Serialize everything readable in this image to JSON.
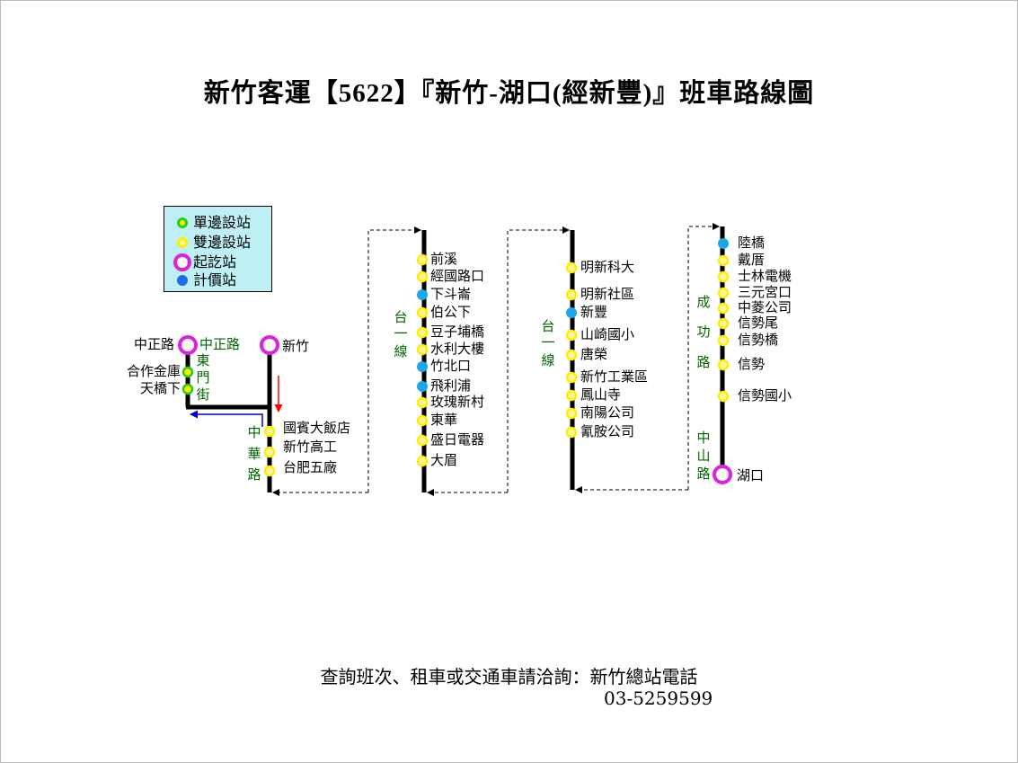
{
  "title": "新竹客運【5622】『新竹-湖口(經新豐)』班車路線圖",
  "colors": {
    "single_side": "#22cc22",
    "double_side": "#ffee00",
    "terminal": "#e020e0",
    "fare": "#1aa7e8",
    "road_label": "#006600",
    "legend_bg": "#bdeff5",
    "arrow_red": "#ff0000",
    "arrow_blue": "#0000cc"
  },
  "legend": [
    {
      "label": "單邊設站",
      "type": "single"
    },
    {
      "label": "雙邊設站",
      "type": "double"
    },
    {
      "label": "起訖站",
      "type": "terminal"
    },
    {
      "label": "計價站",
      "type": "fare"
    }
  ],
  "terminals": {
    "zhongzheng": "中正路",
    "hsinchu": "新竹",
    "hukou": "湖口"
  },
  "stops": {
    "dongmen": [
      "合作金庫",
      "天橋下"
    ],
    "zhonghua": [
      "國賓大飯店",
      "新竹高工",
      "台肥五廠"
    ],
    "tai1_a": [
      "前溪",
      "經國路口",
      "下斗崙",
      "伯公下",
      "豆子埔橋",
      "水利大樓",
      "竹北口",
      "飛利浦",
      "玫瑰新村",
      "東華",
      "盛日電器",
      "大眉"
    ],
    "tai1_b": [
      "明新科大",
      "明新社區",
      "新豐",
      "山崎國小",
      "唐榮",
      "新竹工業區",
      "鳳山寺",
      "南陽公司",
      "氰胺公司"
    ],
    "chenggong": [
      "陸橋",
      "戴厝",
      "士林電機",
      "三元宮口",
      "中菱公司",
      "信勢尾",
      "信勢橋",
      "信勢",
      "信勢國小"
    ]
  },
  "roads": {
    "zhongzheng": "中正路",
    "dongmen": [
      "東",
      "門",
      "街"
    ],
    "zhonghua": [
      "中",
      "華",
      "路"
    ],
    "tai1_a": [
      "台",
      "一",
      "線"
    ],
    "tai1_b": [
      "台",
      "一",
      "線"
    ],
    "chenggong": [
      "成",
      "功",
      "路"
    ],
    "zhongshan": [
      "中",
      "山",
      "路"
    ]
  },
  "footer": {
    "text": "查詢班次、租車或交通車請洽詢：新竹總站電話",
    "phone": "03-5259599"
  }
}
